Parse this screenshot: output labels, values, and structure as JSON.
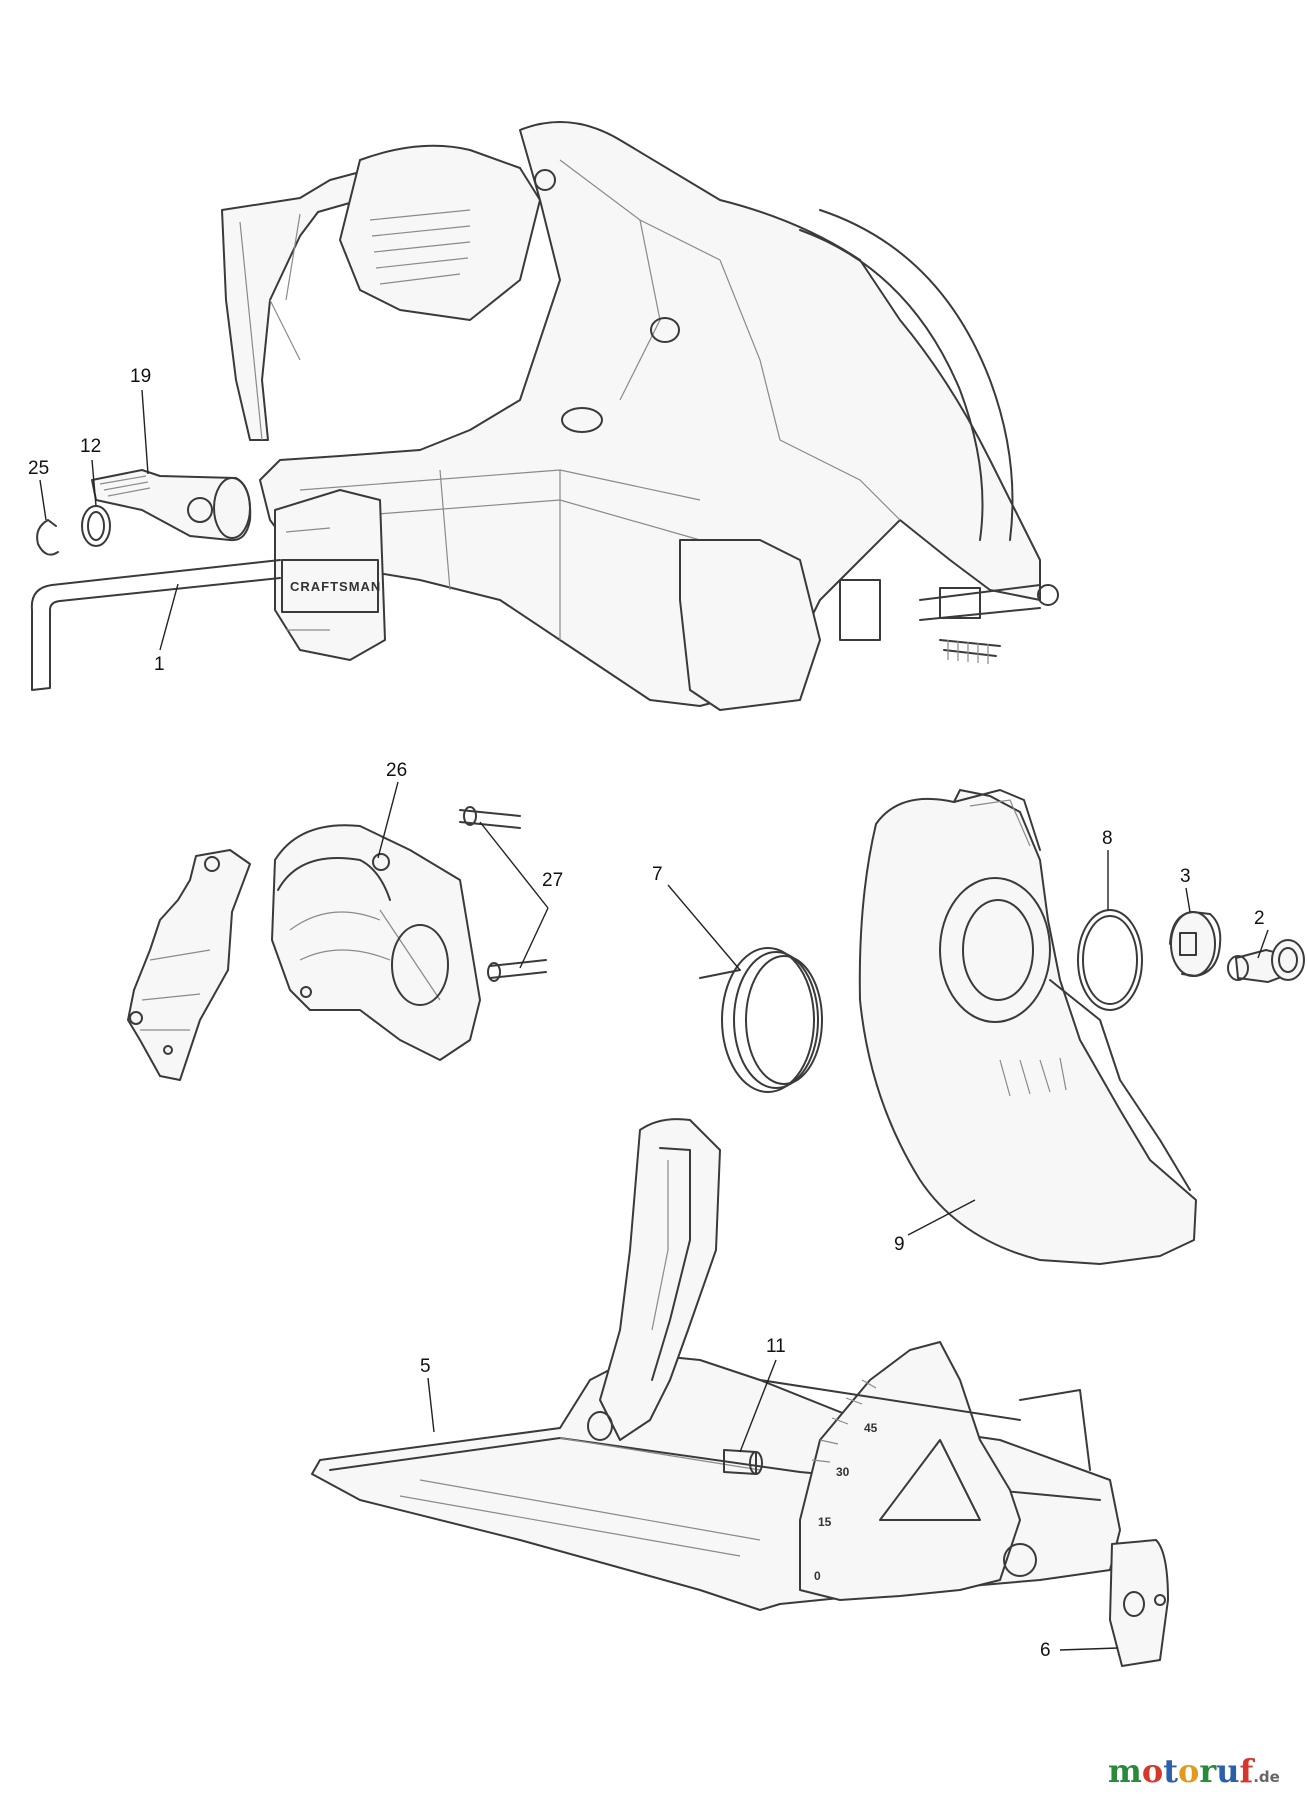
{
  "diagram": {
    "brand_label": "CRAFTSMAN",
    "bevel_scale": [
      "0",
      "15",
      "30",
      "45"
    ],
    "callouts": [
      {
        "id": "1",
        "label": "1"
      },
      {
        "id": "2",
        "label": "2"
      },
      {
        "id": "3",
        "label": "3"
      },
      {
        "id": "5",
        "label": "5"
      },
      {
        "id": "6",
        "label": "6"
      },
      {
        "id": "7",
        "label": "7"
      },
      {
        "id": "8",
        "label": "8"
      },
      {
        "id": "9",
        "label": "9"
      },
      {
        "id": "11",
        "label": "11"
      },
      {
        "id": "12",
        "label": "12"
      },
      {
        "id": "19",
        "label": "19"
      },
      {
        "id": "25",
        "label": "25"
      },
      {
        "id": "26",
        "label": "26"
      },
      {
        "id": "27",
        "label": "27"
      }
    ]
  },
  "watermark": {
    "letters": [
      "m",
      "o",
      "t",
      "o",
      "r",
      "u",
      "f"
    ],
    "letter_colors": [
      "#2a8a3a",
      "#d8362a",
      "#2a5fae",
      "#e29a1e",
      "#2a8a3a",
      "#2a5fae",
      "#d8362a"
    ],
    "suffix": ".de"
  }
}
